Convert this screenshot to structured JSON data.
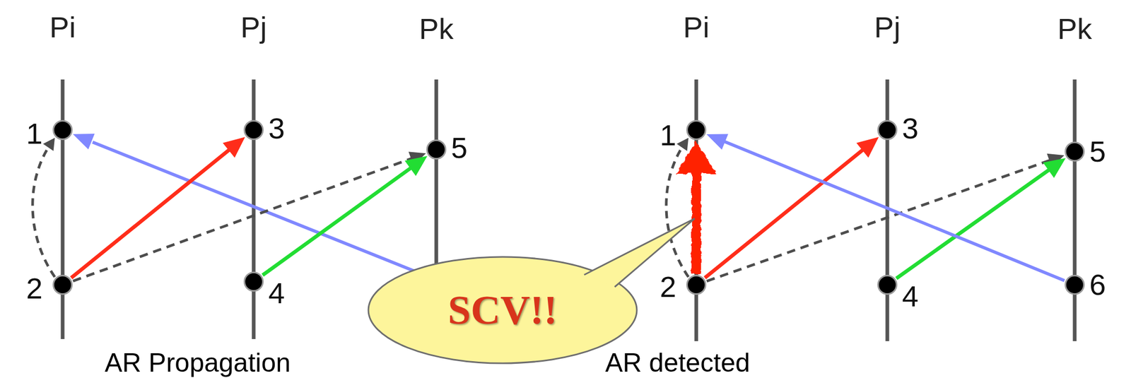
{
  "diagram": {
    "nodes": [
      {
        "text": [
          "1"
        ]
      },
      {
        "text": [
          "2"
        ]
      },
      {
        "text": [
          "3"
        ]
      },
      {
        "text": [
          "4"
        ]
      },
      {
        "text": [
          "5"
        ]
      },
      {
        "text": [
          "SCV!!"
        ]
      },
      {
        "text": [
          "1"
        ]
      },
      {
        "text": [
          "2"
        ]
      },
      {
        "text": [
          "3"
        ]
      },
      {
        "text": [
          "4"
        ]
      },
      {
        "text": [
          "5"
        ]
      },
      {
        "text": [
          "6"
        ]
      }
    ],
    "edges": [
      {
        "from": 1,
        "to": 0,
        "arrow": "to"
      },
      {
        "from": 1,
        "to": 2,
        "arrow": "to"
      },
      {
        "from": 1,
        "to": 4,
        "arrow": "to"
      },
      {
        "from": 3,
        "to": 4,
        "arrow": "to"
      },
      {
        "from": 7,
        "to": 6,
        "arrow": "to"
      },
      {
        "from": 7,
        "to": 6,
        "arrow": "to"
      },
      {
        "from": 7,
        "to": 8,
        "arrow": "to"
      },
      {
        "from": 7,
        "to": 10,
        "arrow": "to"
      },
      {
        "from": 9,
        "to": 10,
        "arrow": "to"
      },
      {
        "from": 11,
        "to": 6,
        "arrow": "to"
      }
    ],
    "labels": [
      "Pi",
      "Pj",
      "Pk",
      "Pi",
      "Pj",
      "Pk",
      "AR Propagation",
      "AR detected"
    ]
  }
}
